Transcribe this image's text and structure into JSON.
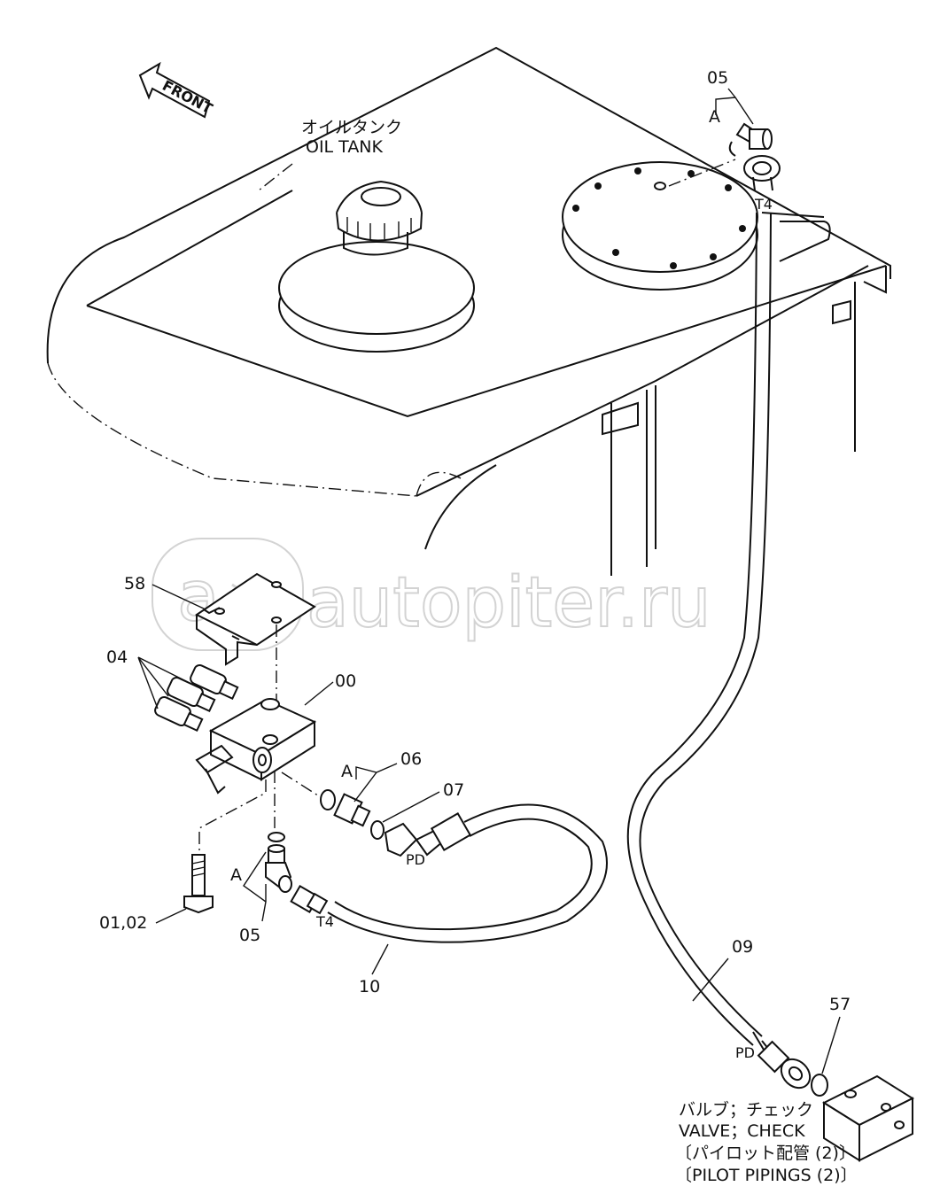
{
  "front_arrow": {
    "text": "FRONT"
  },
  "tank": {
    "label_jp": "オイルタンク",
    "label_en": "OIL TANK"
  },
  "watermark": {
    "text": "autopiter.ru"
  },
  "parts": [
    {
      "id": "p05_top",
      "label": "05"
    },
    {
      "id": "p58",
      "label": "58"
    },
    {
      "id": "p04",
      "label": "04"
    },
    {
      "id": "p00",
      "label": "00"
    },
    {
      "id": "p06",
      "label": "06"
    },
    {
      "id": "p07",
      "label": "07"
    },
    {
      "id": "p0102",
      "label": "01,02"
    },
    {
      "id": "p05_bot",
      "label": "05"
    },
    {
      "id": "p10",
      "label": "10"
    },
    {
      "id": "p09",
      "label": "09"
    },
    {
      "id": "p57",
      "label": "57"
    }
  ],
  "markers": {
    "a_top": "A",
    "a_mid": "A",
    "a_low": "A",
    "t4_top": "T4",
    "t4_bot": "T4",
    "pd_mid": "PD",
    "pd_bot": "PD"
  },
  "caption": {
    "line1_jp": "バルブ；チェック",
    "line2_en": "VALVE；CHECK",
    "line3_jp": "〔パイロット配管 (2)〕",
    "line4_en": "〔PILOT PIPINGS (2)〕"
  }
}
